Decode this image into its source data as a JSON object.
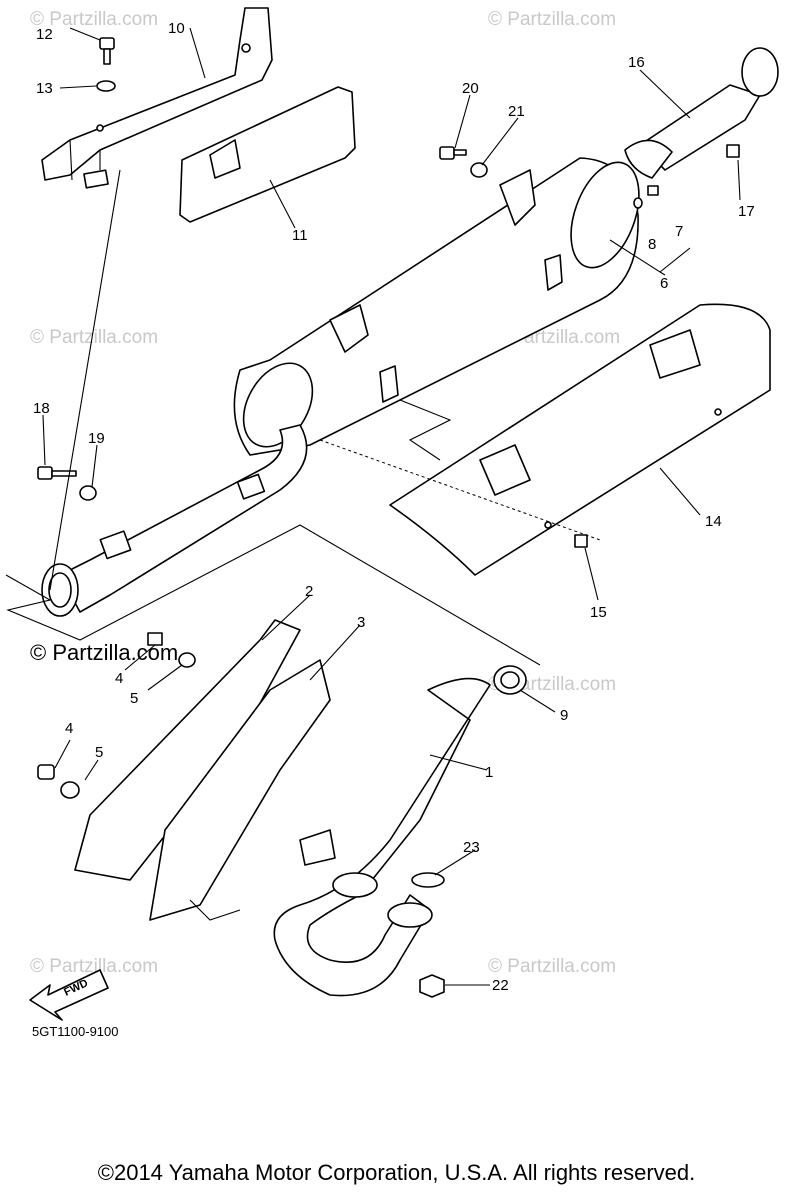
{
  "labels": {
    "p1": "1",
    "p2": "2",
    "p3": "3",
    "p4a": "4",
    "p4b": "4",
    "p5a": "5",
    "p5b": "5",
    "p6": "6",
    "p7": "7",
    "p8": "8",
    "p9": "9",
    "p10": "10",
    "p11": "11",
    "p12": "12",
    "p13": "13",
    "p14": "14",
    "p15": "15",
    "p16": "16",
    "p17": "17",
    "p18": "18",
    "p19": "19",
    "p20": "20",
    "p21": "21",
    "p22": "22",
    "p23": "23"
  },
  "watermark": "© Partzilla.com",
  "watermark_dark": "© Partzilla.com",
  "fwd_label": "FWD",
  "diagram_code": "5GT1100-9100",
  "copyright": "©2014 Yamaha Motor Corporation, U.S.A. All rights reserved."
}
